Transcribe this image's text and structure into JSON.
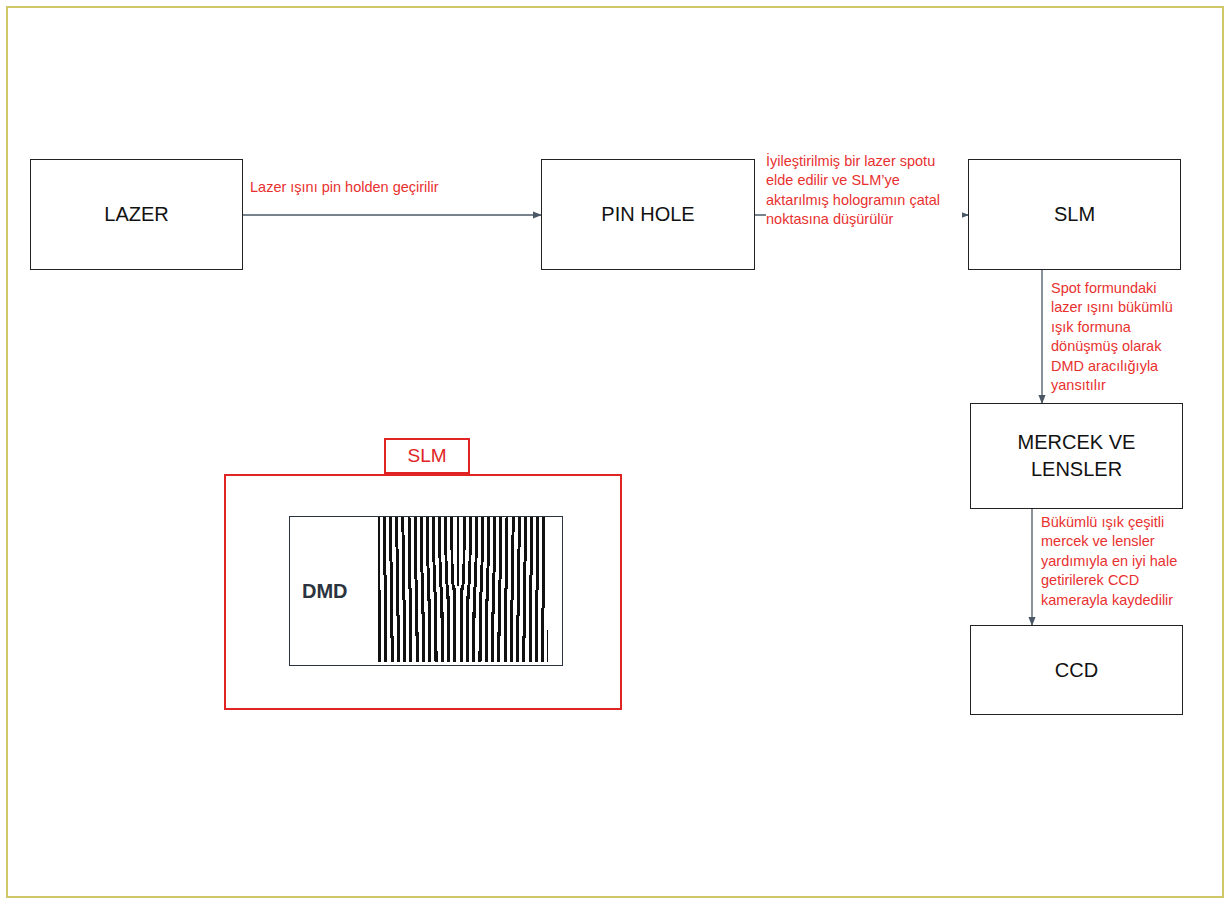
{
  "diagram": {
    "nodes": [
      {
        "text": [
          "LAZER"
        ]
      },
      {
        "text": [
          "PIN HOLE"
        ]
      },
      {
        "text": [
          "SLM"
        ]
      },
      {
        "text": [
          "MERCEK VE LENSLER"
        ]
      },
      {
        "text": [
          "CCD"
        ]
      },
      {
        "text": [
          "SLM"
        ]
      },
      {
        "text": [
          "DMD"
        ],
        "in": 5
      }
    ],
    "edges": [
      {
        "from": 0,
        "to": 1,
        "arrow": "to",
        "label": "Lazer ışını pin holden geçirilir"
      },
      {
        "from": 1,
        "to": 2,
        "arrow": "to",
        "label": "İyileştirilmiş bir lazer spotu elde edilir ve SLM’ye aktarılmış hologramın çatal noktasına düşürülür"
      },
      {
        "from": 2,
        "to": 3,
        "arrow": "to",
        "label": "Spot formundaki lazer ışını bükümlü ışık formuna dönüşmüş olarak DMD aracılığıyla yansıtılır"
      },
      {
        "from": 3,
        "to": 4,
        "arrow": "to",
        "label": "Bükümlü ışık çeşitli mercek ve lensler yardımıyla en iyi hale getirilerek CCD kamerayla kaydedilir"
      }
    ]
  }
}
